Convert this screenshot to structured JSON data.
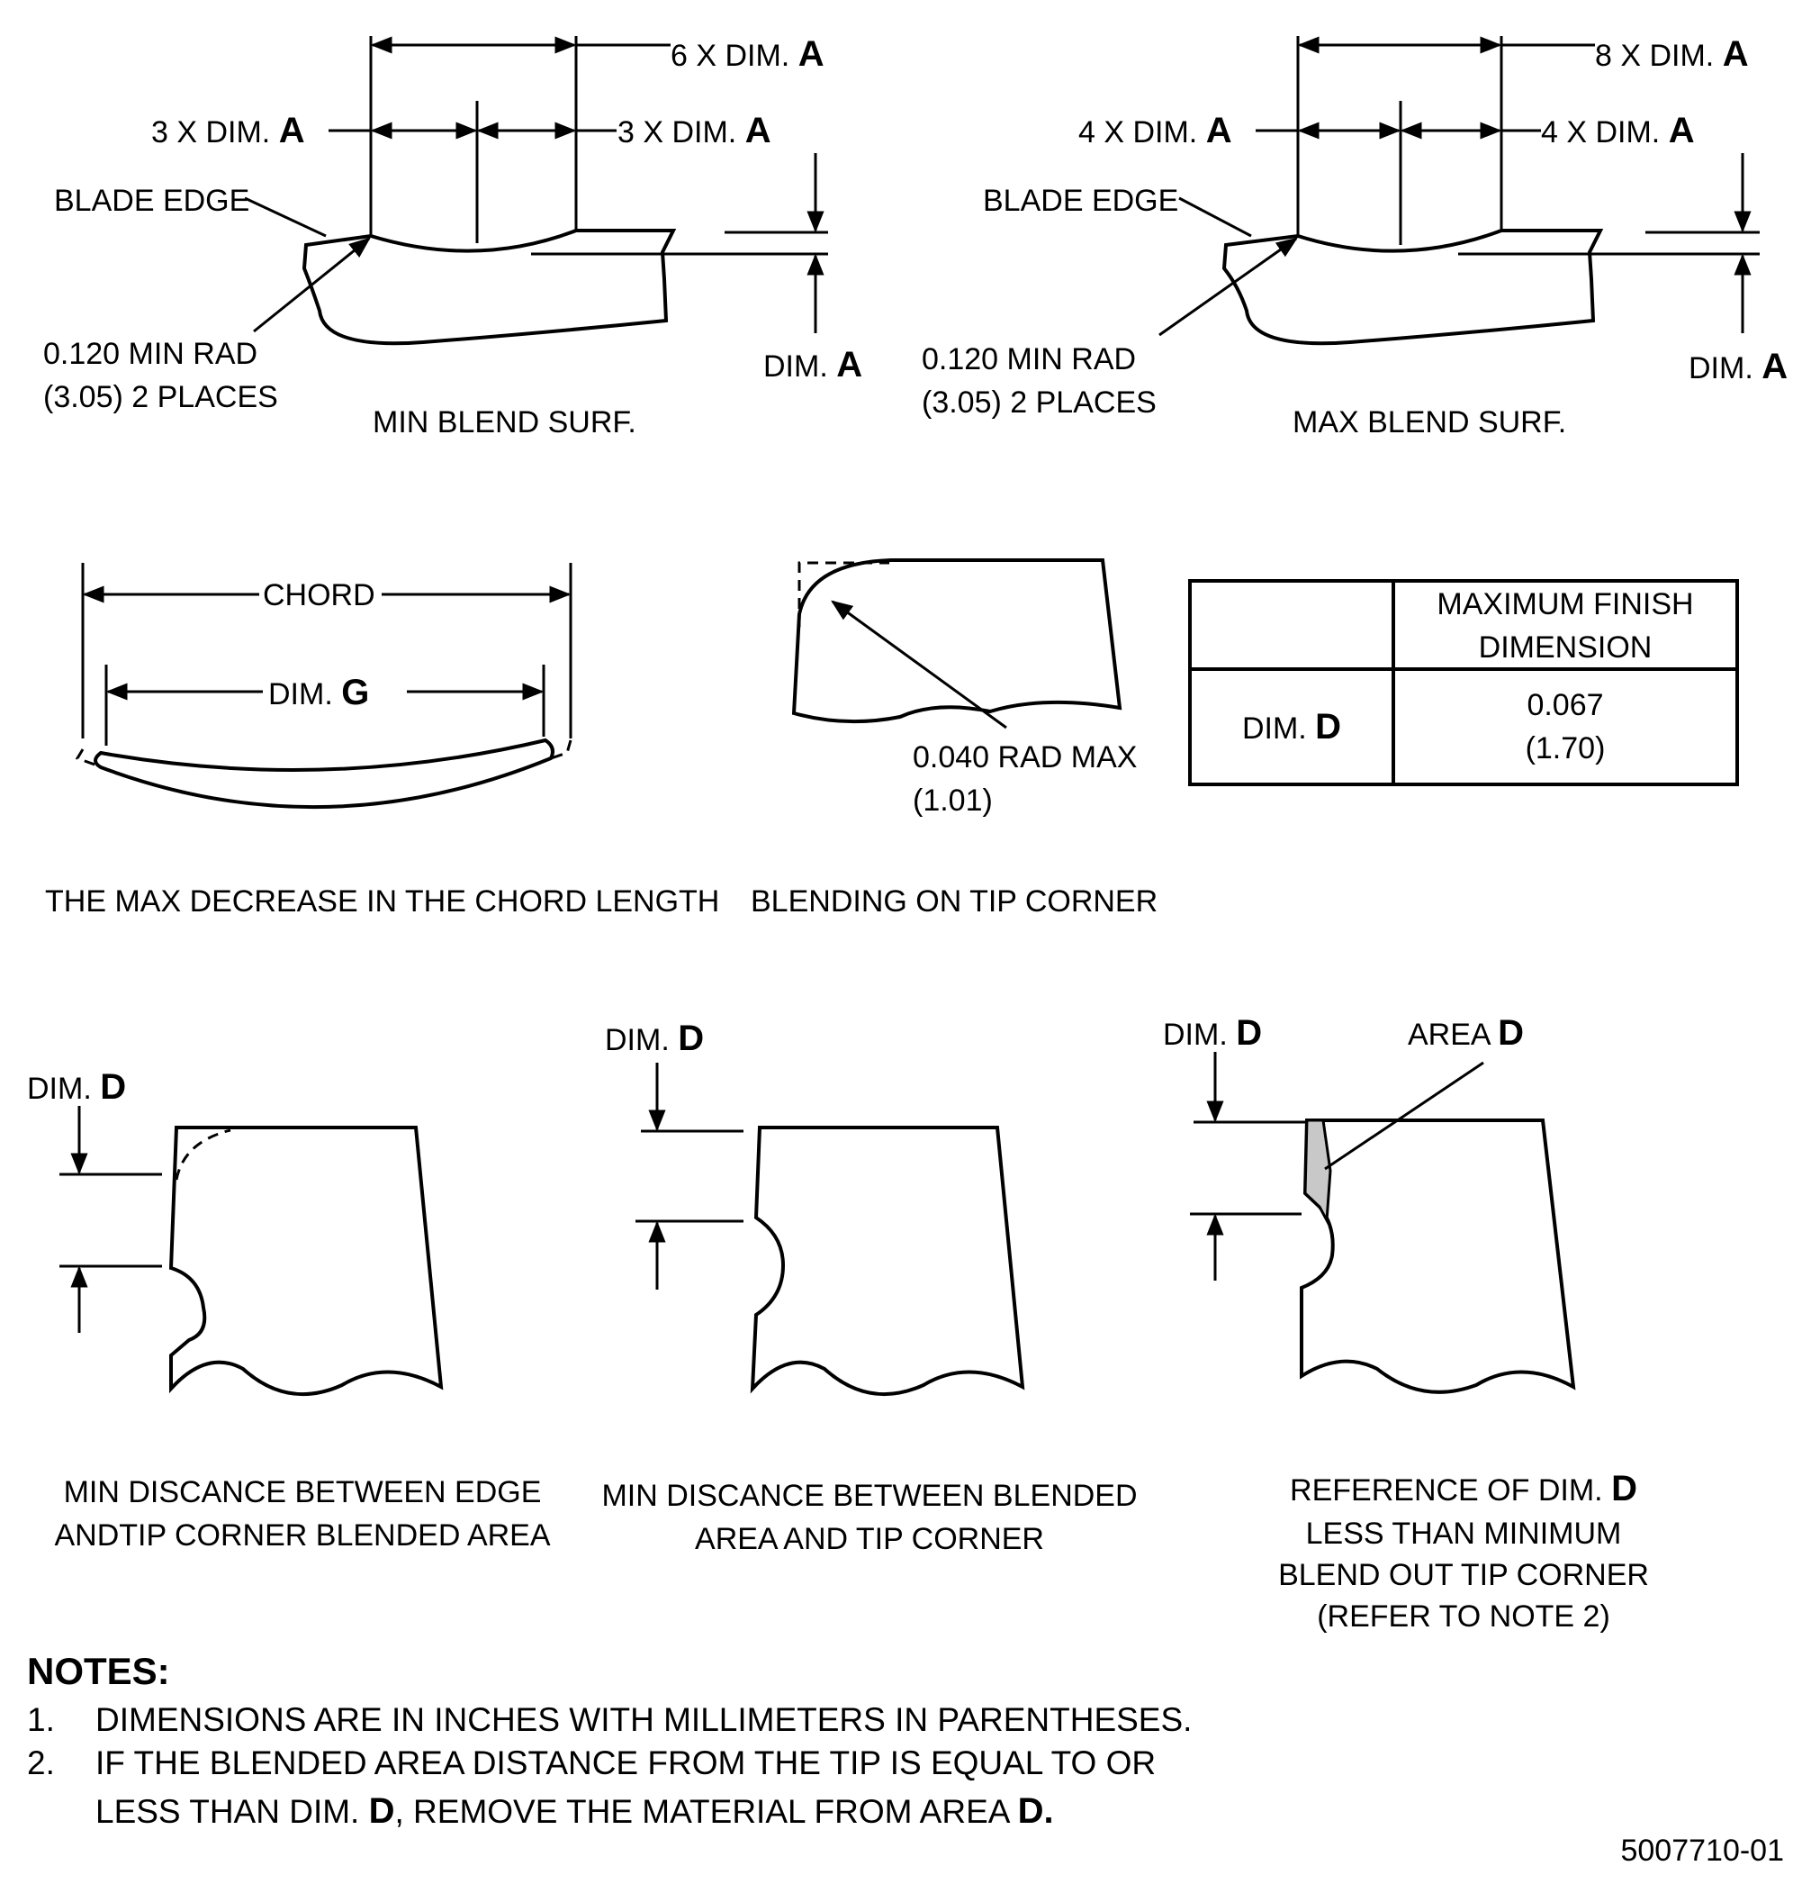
{
  "diagram_min_blend": {
    "dim_6x": "6 X DIM.",
    "dim_3x_left": "3 X DIM.",
    "dim_3x_right": "3 X DIM.",
    "letter_a": "A",
    "blade_edge": "BLADE EDGE",
    "radius_line1": "0.120 MIN RAD",
    "radius_line2": "(3.05) 2 PLACES",
    "dim_a": "DIM.",
    "caption": "MIN BLEND SURF."
  },
  "diagram_max_blend": {
    "dim_8x": "8 X DIM.",
    "dim_4x_left": "4 X DIM.",
    "dim_4x_right": "4 X DIM.",
    "letter_a": "A",
    "blade_edge": "BLADE EDGE",
    "radius_line1": "0.120 MIN RAD",
    "radius_line2": "(3.05) 2 PLACES",
    "dim_a": "DIM.",
    "caption": "MAX BLEND SURF."
  },
  "diagram_chord": {
    "chord": "CHORD",
    "dim_g": "DIM.",
    "letter_g": "G",
    "caption": "THE MAX DECREASE IN THE CHORD LENGTH"
  },
  "diagram_tip": {
    "radius_line1": "0.040 RAD MAX",
    "radius_line2": "(1.01)",
    "caption": "BLENDING ON TIP CORNER"
  },
  "finish_table": {
    "header_line1": "MAXIMUM FINISH",
    "header_line2": "DIMENSION",
    "row_label": "DIM.",
    "row_letter": "D",
    "value_line1": "0.067",
    "value_line2": "(1.70)"
  },
  "diagram_edge_tip": {
    "dim_d": "DIM.",
    "letter_d": "D",
    "caption_line1": "MIN DISCANCE BETWEEN EDGE",
    "caption_line2": "ANDTIP CORNER BLENDED AREA"
  },
  "diagram_blended_tip": {
    "dim_d": "DIM.",
    "letter_d": "D",
    "caption_line1": "MIN DISCANCE BETWEEN BLENDED",
    "caption_line2": "AREA AND TIP CORNER"
  },
  "diagram_reference": {
    "dim_d": "DIM.",
    "letter_d": "D",
    "area_label": "AREA",
    "area_letter": "D",
    "caption_line1": "REFERENCE OF DIM.",
    "caption_letter": "D",
    "caption_line2": "LESS THAN MINIMUM",
    "caption_line3": "BLEND OUT TIP CORNER",
    "caption_line4": "(REFER TO NOTE 2)"
  },
  "notes": {
    "heading": "NOTES:",
    "n1_num": "1.",
    "n1_text": "DIMENSIONS ARE IN INCHES WITH MILLIMETERS IN PARENTHESES.",
    "n2_num": "2.",
    "n2_text_line1": "IF THE BLENDED AREA DISTANCE FROM THE TIP IS EQUAL TO OR",
    "n2_text_line2a": "LESS THAN DIM.",
    "n2_letter_1": "D",
    "n2_text_line2b": ", REMOVE THE MATERIAL FROM AREA",
    "n2_letter_2": "D."
  },
  "figure_number": "5007710-01"
}
